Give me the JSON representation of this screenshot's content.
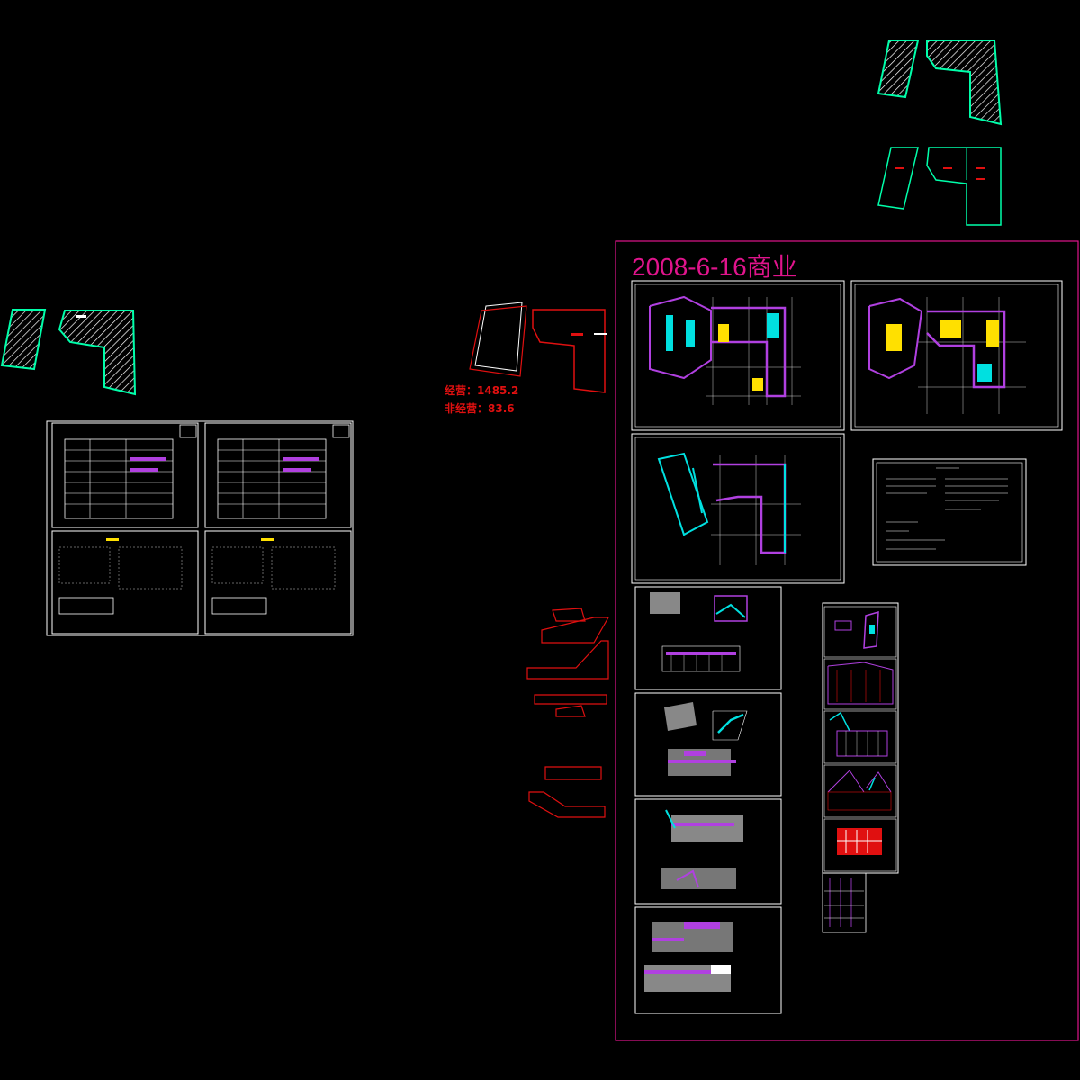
{
  "canvas": {
    "background": "#000000"
  },
  "project_title": {
    "text": "2008-6-16商业",
    "color": "#E0148C"
  },
  "area_labels": {
    "operating": "经营：1485.2",
    "non_operating": "非经营：83.6",
    "color": "#E01010"
  },
  "colors": {
    "sheet_border": "#FFFFFF",
    "site_outline": "#00FFAA",
    "hatch": "#FFFFFF",
    "plan_magenta": "#B040E0",
    "plan_cyan": "#00E0E0",
    "plan_yellow": "#FFE000",
    "plan_red": "#E01010",
    "grid_line": "#FFFFFF",
    "sheet_frame": "#E0148C"
  },
  "icons": {
    "layout": "drawing-layout-overview",
    "sheet": "drawing-sheet-frame",
    "plan": "floor-plan-drawing",
    "elevation": "elevation-drawing",
    "site": "site-outline-shape"
  }
}
